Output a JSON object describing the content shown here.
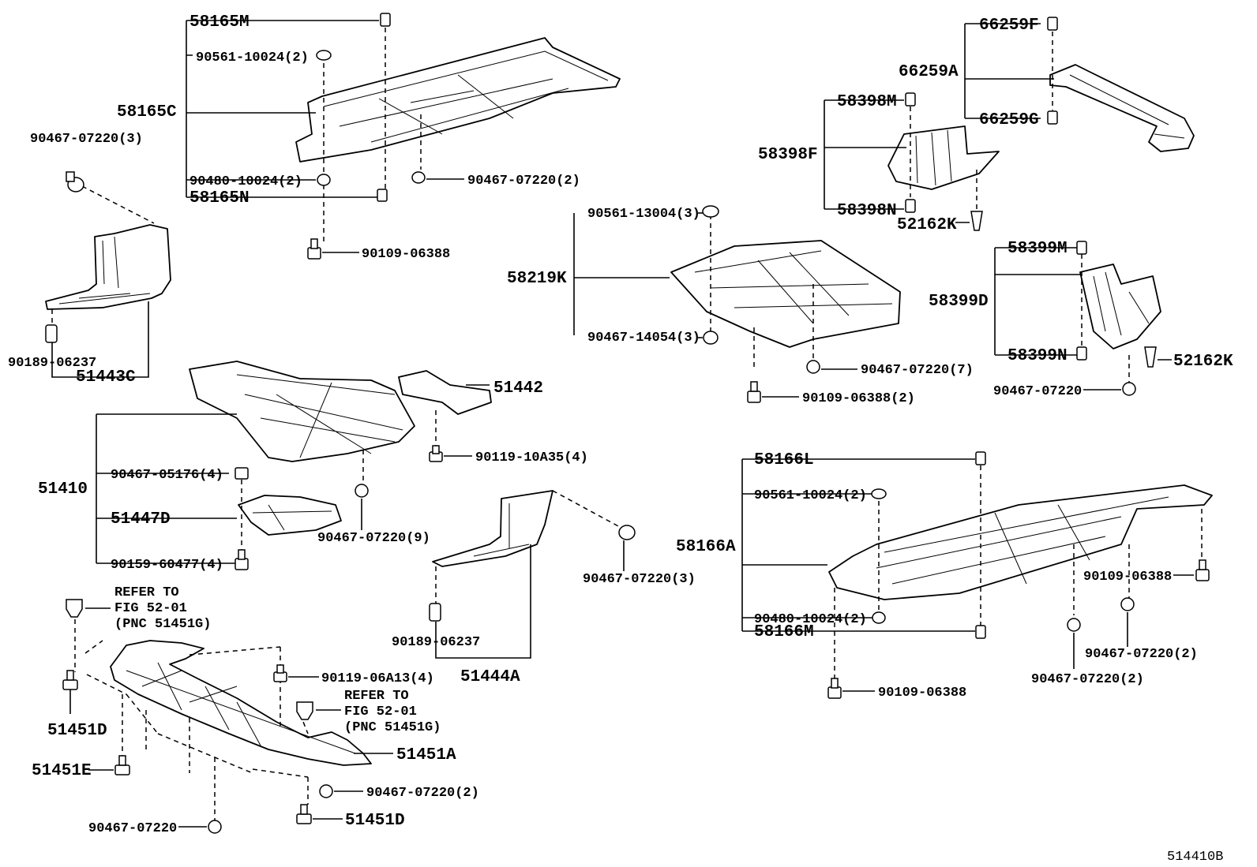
{
  "diagram_id": "514410B",
  "labels": {
    "p58165M": "58165M",
    "p90561_10024_2a": "90561-10024(2)",
    "p58165C": "58165C",
    "p90467_07220_3a": "90467-07220(3)",
    "p90480_10024_2a": "90480-10024(2)",
    "p58165N": "58165N",
    "p90467_07220_2a": "90467-07220(2)",
    "p90109_06388a": "90109-06388",
    "p90189_06237a": "90189-06237",
    "p51443C": "51443C",
    "p66259F": "66259F",
    "p66259A": "66259A",
    "p58398M": "58398M",
    "p66259G": "66259G",
    "p58398F": "58398F",
    "p58398N": "58398N",
    "p52162Ka": "52162K",
    "p90561_13004_3": "90561-13004(3)",
    "p58219K": "58219K",
    "p90467_14054_3": "90467-14054(3)",
    "p90467_07220_7": "90467-07220(7)",
    "p90109_06388_2": "90109-06388(2)",
    "p58399M": "58399M",
    "p58399D": "58399D",
    "p58399N": "58399N",
    "p52162Kb": "52162K",
    "p90467_07220a": "90467-07220",
    "p51442": "51442",
    "p90119_10A35_4": "90119-10A35(4)",
    "p51410": "51410",
    "p90467_05176_4": "90467-05176(4)",
    "p51447D": "51447D",
    "p90467_07220_9": "90467-07220(9)",
    "p90159_60477_4": "90159-60477(4)",
    "p90467_07220_3b": "90467-07220(3)",
    "p90189_06237b": "90189-06237",
    "p51444A": "51444A",
    "p58166L": "58166L",
    "p90561_10024_2b": "90561-10024(2)",
    "p58166A": "58166A",
    "p90109_06388b": "90109-06388",
    "p90480_10024_2b": "90480-10024(2)",
    "p58166M": "58166M",
    "p90467_07220_2b": "90467-07220(2)",
    "p90467_07220_2c": "90467-07220(2)",
    "p90109_06388c": "90109-06388",
    "refer1_line1": "REFER TO",
    "refer1_line2": "FIG 52-01",
    "refer1_line3": "(PNC 51451G)",
    "p90119_06A13_4": "90119-06A13(4)",
    "refer2_line1": "REFER TO",
    "refer2_line2": "FIG 52-01",
    "refer2_line3": "(PNC 51451G)",
    "p51451Da": "51451D",
    "p51451A": "51451A",
    "p51451E": "51451E",
    "p90467_07220_2d": "90467-07220(2)",
    "p90467_07220b": "90467-07220",
    "p51451Db": "51451D"
  }
}
